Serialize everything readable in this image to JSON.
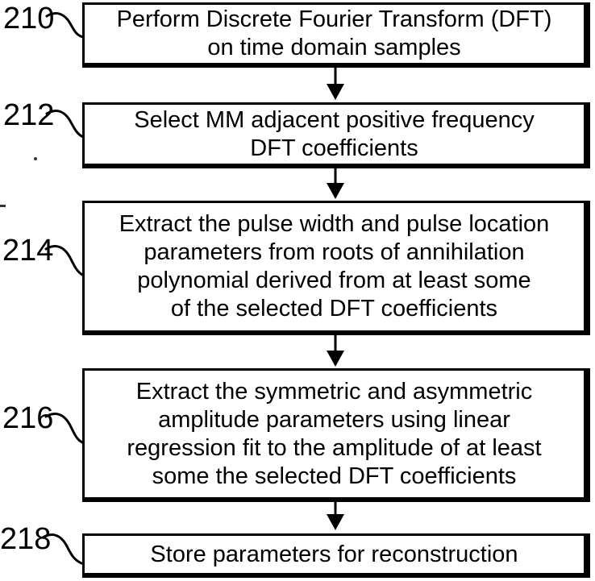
{
  "figure": {
    "background_color": "#ffffff",
    "ink_color": "#000000"
  },
  "flowchart": {
    "steps": [
      {
        "ref": "210",
        "lines": [
          "Perform Discrete Fourier Transform (DFT)",
          "on time domain samples"
        ]
      },
      {
        "ref": "212",
        "lines": [
          "Select MM adjacent positive frequency",
          "DFT coefficients"
        ]
      },
      {
        "ref": "214",
        "lines": [
          "Extract the pulse width and pulse location",
          "parameters from roots of annihilation",
          "polynomial derived from at least some",
          "of the selected DFT coefficients"
        ]
      },
      {
        "ref": "216",
        "lines": [
          "Extract the symmetric and asymmetric",
          "amplitude parameters using linear",
          "regression fit to the amplitude of at least",
          "some the selected DFT coefficients"
        ]
      },
      {
        "ref": "218",
        "lines": [
          "Store parameters for reconstruction"
        ]
      }
    ]
  }
}
